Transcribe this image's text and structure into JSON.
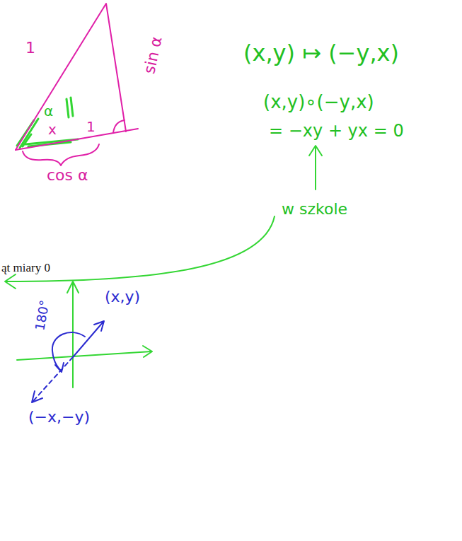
{
  "diagram": {
    "labels": [
      "1",
      "α",
      "sin α",
      "x",
      "1",
      "cos α",
      "ąt miary 0",
      "(x,y) ↦ (−y,x)",
      "(x,y)∘(−y,x)",
      "= −xy + yx = 0",
      "w szkole",
      "180°",
      "(x,y)",
      "(−x,−y)"
    ]
  }
}
